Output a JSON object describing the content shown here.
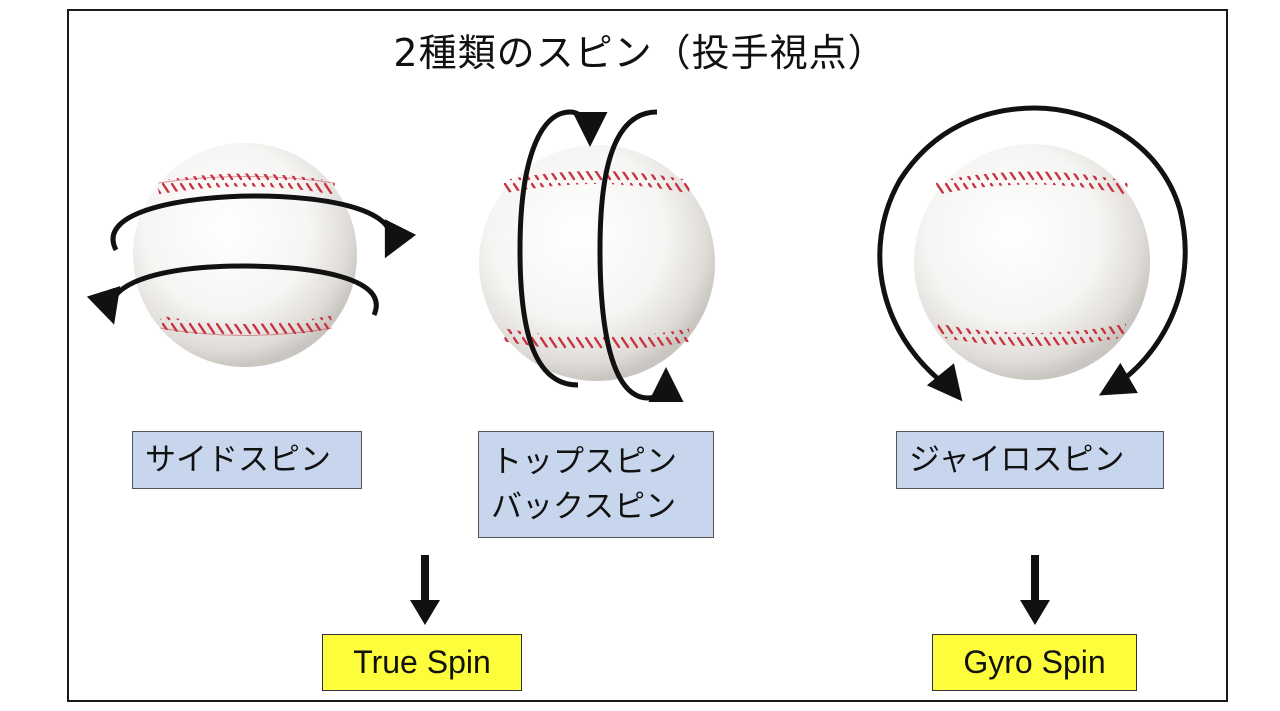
{
  "title": "2種類のスピン（投手視点）",
  "spins": [
    {
      "label_lines": [
        "サイドスピン"
      ],
      "result": ""
    },
    {
      "label_lines": [
        "トップスピン",
        "バックスピン"
      ],
      "result": ""
    },
    {
      "label_lines": [
        "ジャイロスピン"
      ],
      "result": ""
    }
  ],
  "results": [
    {
      "text": "True Spin"
    },
    {
      "text": "Gyro Spin"
    }
  ],
  "colors": {
    "label_box": "#c7d6ec",
    "result_box": "#fdfd3b",
    "stitch": "#c8323e",
    "arrow": "#111111"
  }
}
